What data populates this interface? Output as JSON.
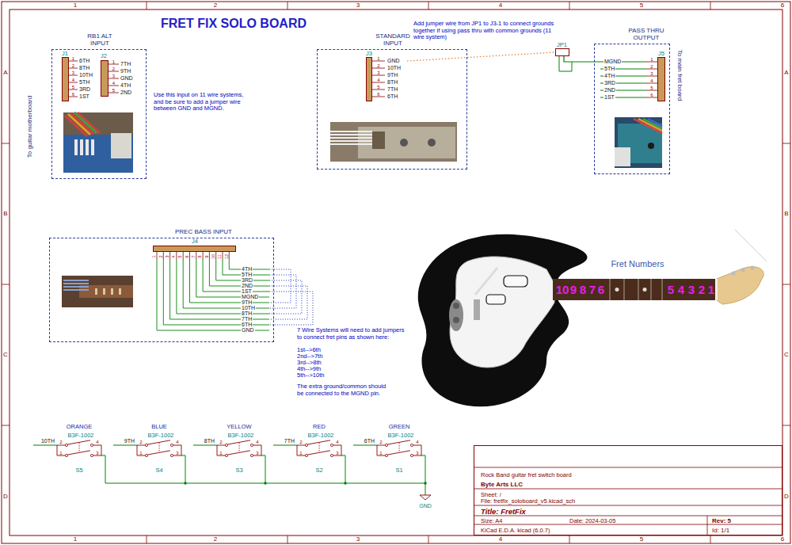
{
  "diagram": {
    "title": "FRET FIX SOLO BOARD",
    "nodes": [
      {
        "text": [
          "RB1 ALT INPUT"
        ]
      },
      {
        "text": [
          "J1"
        ],
        "in": 0
      },
      {
        "text": [
          "J2"
        ],
        "in": 0
      },
      {
        "text": [
          "STANDARD INPUT"
        ]
      },
      {
        "text": [
          "J3"
        ],
        "in": 3
      },
      {
        "text": [
          "JP1"
        ]
      },
      {
        "text": [
          "PASS THRU OUTPUT"
        ]
      },
      {
        "text": [
          "J5"
        ],
        "in": 6
      },
      {
        "text": [
          "PREC BASS INPUT"
        ]
      },
      {
        "text": [
          "J4"
        ],
        "in": 8
      },
      {
        "text": [
          "Rock Band guitar fret switch board",
          "Byte Arts LLC",
          "Sheet: /",
          "File: fretfix_soloboard_v5.kicad_sch",
          "Title: FretFix",
          "Size: A4",
          "Date: 2024-03-05",
          "Rev: 5",
          "KiCad E.D.A. kicad (6.0.7)",
          "Id: 1/1"
        ]
      }
    ],
    "edges": [
      {
        "from": 4,
        "to": 5,
        "arrow": "none"
      },
      {
        "from": 5,
        "to": 7,
        "arrow": "none"
      }
    ],
    "labels": [
      "1",
      "2",
      "3",
      "4",
      "5",
      "6",
      "1",
      "2",
      "3",
      "4",
      "5",
      "6",
      "A",
      "B",
      "C",
      "D",
      "A",
      "B",
      "C",
      "D",
      "1",
      "2",
      "3",
      "4",
      "5",
      "6",
      "6TH",
      "8TH",
      "10TH",
      "5TH",
      "3RD",
      "1ST",
      "1",
      "2",
      "3",
      "4",
      "5",
      "7TH",
      "9TH",
      "GND",
      "4TH",
      "2ND",
      "To guitar motherboard",
      "Use this input on 11 wire systems, and be sure to add a jumper wire between GND and MGND.",
      "1",
      "2",
      "3",
      "4",
      "5",
      "6",
      "GND",
      "10TH",
      "9TH",
      "8TH",
      "7TH",
      "6TH",
      "Add jumper wire from JP1 to J3-1 to connect grounds together if using pass thru with common grounds (11 wire system)",
      "1",
      "2",
      "MGND",
      "5TH",
      "4TH",
      "3RD",
      "2ND",
      "1ST",
      "1",
      "2",
      "3",
      "4",
      "5",
      "6",
      "To main fret board",
      "1",
      "2",
      "3",
      "4",
      "5",
      "6",
      "7",
      "8",
      "9",
      "10",
      "11",
      "12",
      "4TH",
      "5TH",
      "3RD",
      "2ND",
      "1ST",
      "MGND",
      "9TH",
      "10TH",
      "8TH",
      "7TH",
      "6TH",
      "GND",
      "7 Wire Systems will need to add jumpers to connect fret pins as shown here:",
      "1st-->6th",
      "2nd-->7th",
      "3rd-->8th",
      "4th-->9th",
      "5th-->10th",
      "The extra ground/common should be connected to the MGND pin.",
      "Fret Numbers",
      "10",
      "9",
      "8",
      "7",
      "6",
      "5",
      "4",
      "3",
      "2",
      "1",
      "ORANGE",
      "B3F-1002",
      "10TH",
      "2",
      "4",
      "1",
      "3",
      "S5",
      "BLUE",
      "B3F-1002",
      "9TH",
      "2",
      "4",
      "1",
      "3",
      "S4",
      "YELLOW",
      "B3F-1002",
      "8TH",
      "2",
      "4",
      "1",
      "3",
      "S3",
      "RED",
      "B3F-1002",
      "7TH",
      "2",
      "4",
      "1",
      "3",
      "S2",
      "GREEN",
      "B3F-1002",
      "6TH",
      "2",
      "4",
      "1",
      "3",
      "S1",
      "GND"
    ]
  }
}
